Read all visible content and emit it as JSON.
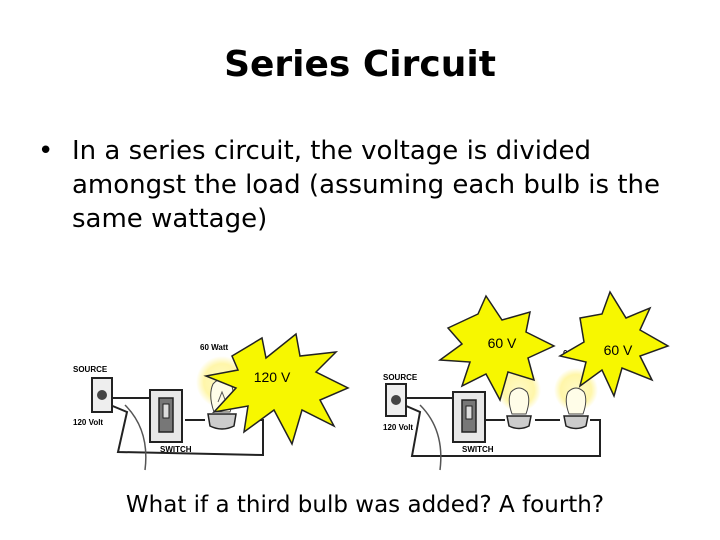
{
  "slide": {
    "title": "Series Circuit",
    "bullet": "In a series circuit, the voltage is divided amongst the load (assuming each bulb is the same wattage)",
    "question": "What if a third bulb was added? A fourth?"
  },
  "circuit_left": {
    "source_label": "SOURCE",
    "source_volts": "120 Volt",
    "switch_label": "SWITCH",
    "bulb_label": "60 Watt"
  },
  "circuit_right": {
    "source_label": "SOURCE",
    "source_volts": "120 Volt",
    "switch_label": "SWITCH",
    "bulb_label": "60 Watt"
  },
  "callouts": {
    "left_voltage": "120 V",
    "right_bulb1_voltage": "60 V",
    "right_bulb2_voltage": "60 V"
  },
  "colors": {
    "burst_fill": "#f7f700",
    "burst_stroke": "#222222",
    "glow": "#fff5a0"
  }
}
